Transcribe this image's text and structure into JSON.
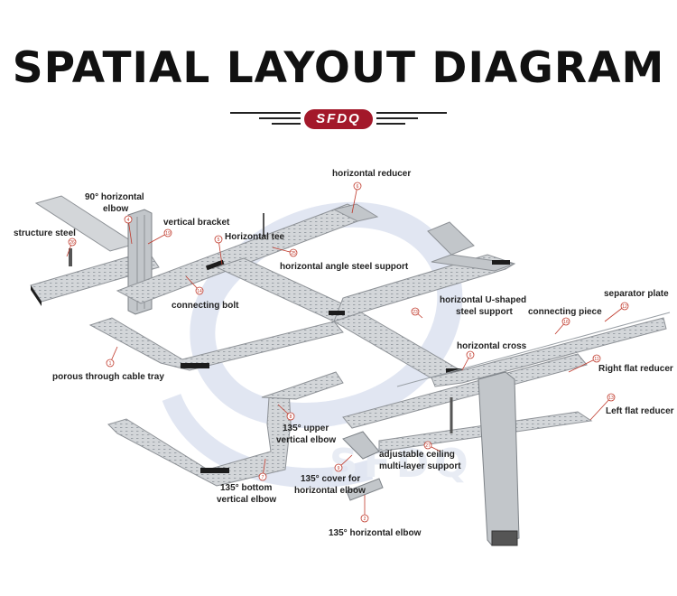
{
  "title": "SPATIAL LAYOUT DIAGRAM",
  "brand": "SFDQ",
  "watermark": "SFDQ",
  "colors": {
    "tray": "#d3d6d9",
    "tray_edge": "#8e9297",
    "tray_dark": "#1c1c1c",
    "brand": "#a3182a",
    "callout": "#c0392b",
    "watermark": "#c9d2e8"
  },
  "labels": {
    "horizontal_reducer": "horizontal reducer",
    "elbow_90_line1": "90° horizontal",
    "elbow_90_line2": "elbow",
    "vertical_bracket": "vertical bracket",
    "structure_steel": "structure steel",
    "horizontal_tee": "Horizontal tee",
    "angle_support": "horizontal angle steel support",
    "connecting_bolt": "connecting bolt",
    "u_support_line1": "horizontal U-shaped",
    "u_support_line2": "steel support",
    "separator_plate": "separator plate",
    "connecting_piece": "connecting piece",
    "horizontal_cross": "horizontal cross",
    "porous_tray": "porous through cable tray",
    "right_reducer": "Right flat reducer",
    "left_reducer": "Left flat reducer",
    "upper_elbow_line1": "135° upper",
    "upper_elbow_line2": "vertical elbow",
    "ceiling_support_line1": "adjustable ceiling",
    "ceiling_support_line2": "multi-layer support",
    "cover_elbow_line1": "135° cover for",
    "cover_elbow_line2": "horizontal elbow",
    "bottom_elbow_line1": "135° bottom",
    "bottom_elbow_line2": "vertical elbow",
    "horizontal_elbow_135": "135° horizontal elbow"
  },
  "callout_numbers": {
    "horizontal_reducer": "6",
    "elbow_90": "4",
    "vertical_bracket": "19",
    "structure_steel": "26",
    "horizontal_tee": "5",
    "angle_support": "25",
    "connecting_bolt": "14",
    "u_support": "23",
    "separator_plate": "12",
    "connecting_piece": "16",
    "horizontal_cross": "6",
    "porous_tray": "1",
    "right_reducer": "11",
    "left_reducer": "13",
    "upper_elbow": "8",
    "ceiling_support": "27",
    "cover_elbow": "9",
    "bottom_elbow": "7",
    "horizontal_elbow": "2"
  }
}
